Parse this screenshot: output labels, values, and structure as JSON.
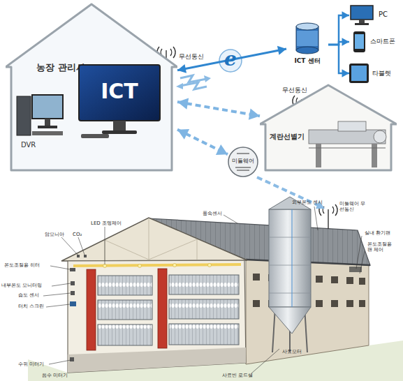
{
  "diagram": {
    "nodes": [
      {
        "text": [
          "농장 관리사"
        ]
      },
      {
        "text": [
          "ICT"
        ],
        "in": 0
      },
      {
        "text": [
          "DVR"
        ],
        "in": 0
      },
      {
        "text": [
          "ICT 센터"
        ]
      },
      {
        "text": [
          "PC"
        ]
      },
      {
        "text": [
          "스마트폰"
        ]
      },
      {
        "text": [
          "타블렛"
        ]
      },
      {
        "text": [
          "계란선별기"
        ]
      },
      {
        "text": [
          "미들웨어"
        ]
      }
    ],
    "edges": [
      {
        "from": 0,
        "to": 3,
        "arrow": "both"
      },
      {
        "from": 3,
        "to": 4,
        "arrow": "to"
      },
      {
        "from": 3,
        "to": 5,
        "arrow": "to"
      },
      {
        "from": 3,
        "to": 6,
        "arrow": "to"
      },
      {
        "from": 0,
        "to": 7,
        "arrow": "both"
      },
      {
        "from": 0,
        "to": 8,
        "arrow": "both"
      }
    ],
    "labels": [
      "무선통신",
      "e",
      "무선통신",
      "풍속센서",
      "외부온도 센서",
      "미들웨어 무선통신",
      "실내 환기팬",
      "온도조절용 팬 제어",
      "LED 조명제어",
      "암모니아",
      "CO₂",
      "온도조절용 히터",
      "내부온도 모니터링",
      "습도 센서",
      "터치 스크린",
      "수위 미터기",
      "음수 미터기",
      "사료빈 로드셀",
      "사료모터"
    ]
  }
}
